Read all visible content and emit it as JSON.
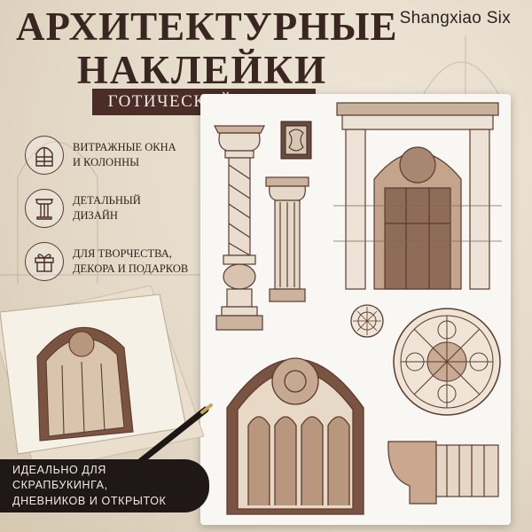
{
  "brand": "Shangxiao Six",
  "title": {
    "line1": "АРХИТЕКТУРНЫЕ",
    "line2": "НАКЛЕЙКИ"
  },
  "subtitle": "ГОТИЧЕСКИЙ СТИЛЬ",
  "features": [
    {
      "icon": "stained-window-icon",
      "text": "ВИТРАЖНЫЕ ОКНА\nИ КОЛОННЫ"
    },
    {
      "icon": "column-capital-icon",
      "text": "ДЕТАЛЬНЫЙ\nДИЗАЙН"
    },
    {
      "icon": "gift-icon",
      "text": "ДЛЯ ТВОРЧЕСТВА,\nДЕКОРА И ПОДАРКОВ"
    }
  ],
  "banner": {
    "line1": "ИДЕАЛЬНО ДЛЯ",
    "line2": "СКРАПБУКИНГА,",
    "line3": "ДНЕВНИКОВ И ОТКРЫТОК"
  },
  "colors": {
    "accent": "#4a2d27",
    "title": "#3a2620",
    "banner": "#1f1816",
    "sepia": "#7a5440"
  }
}
